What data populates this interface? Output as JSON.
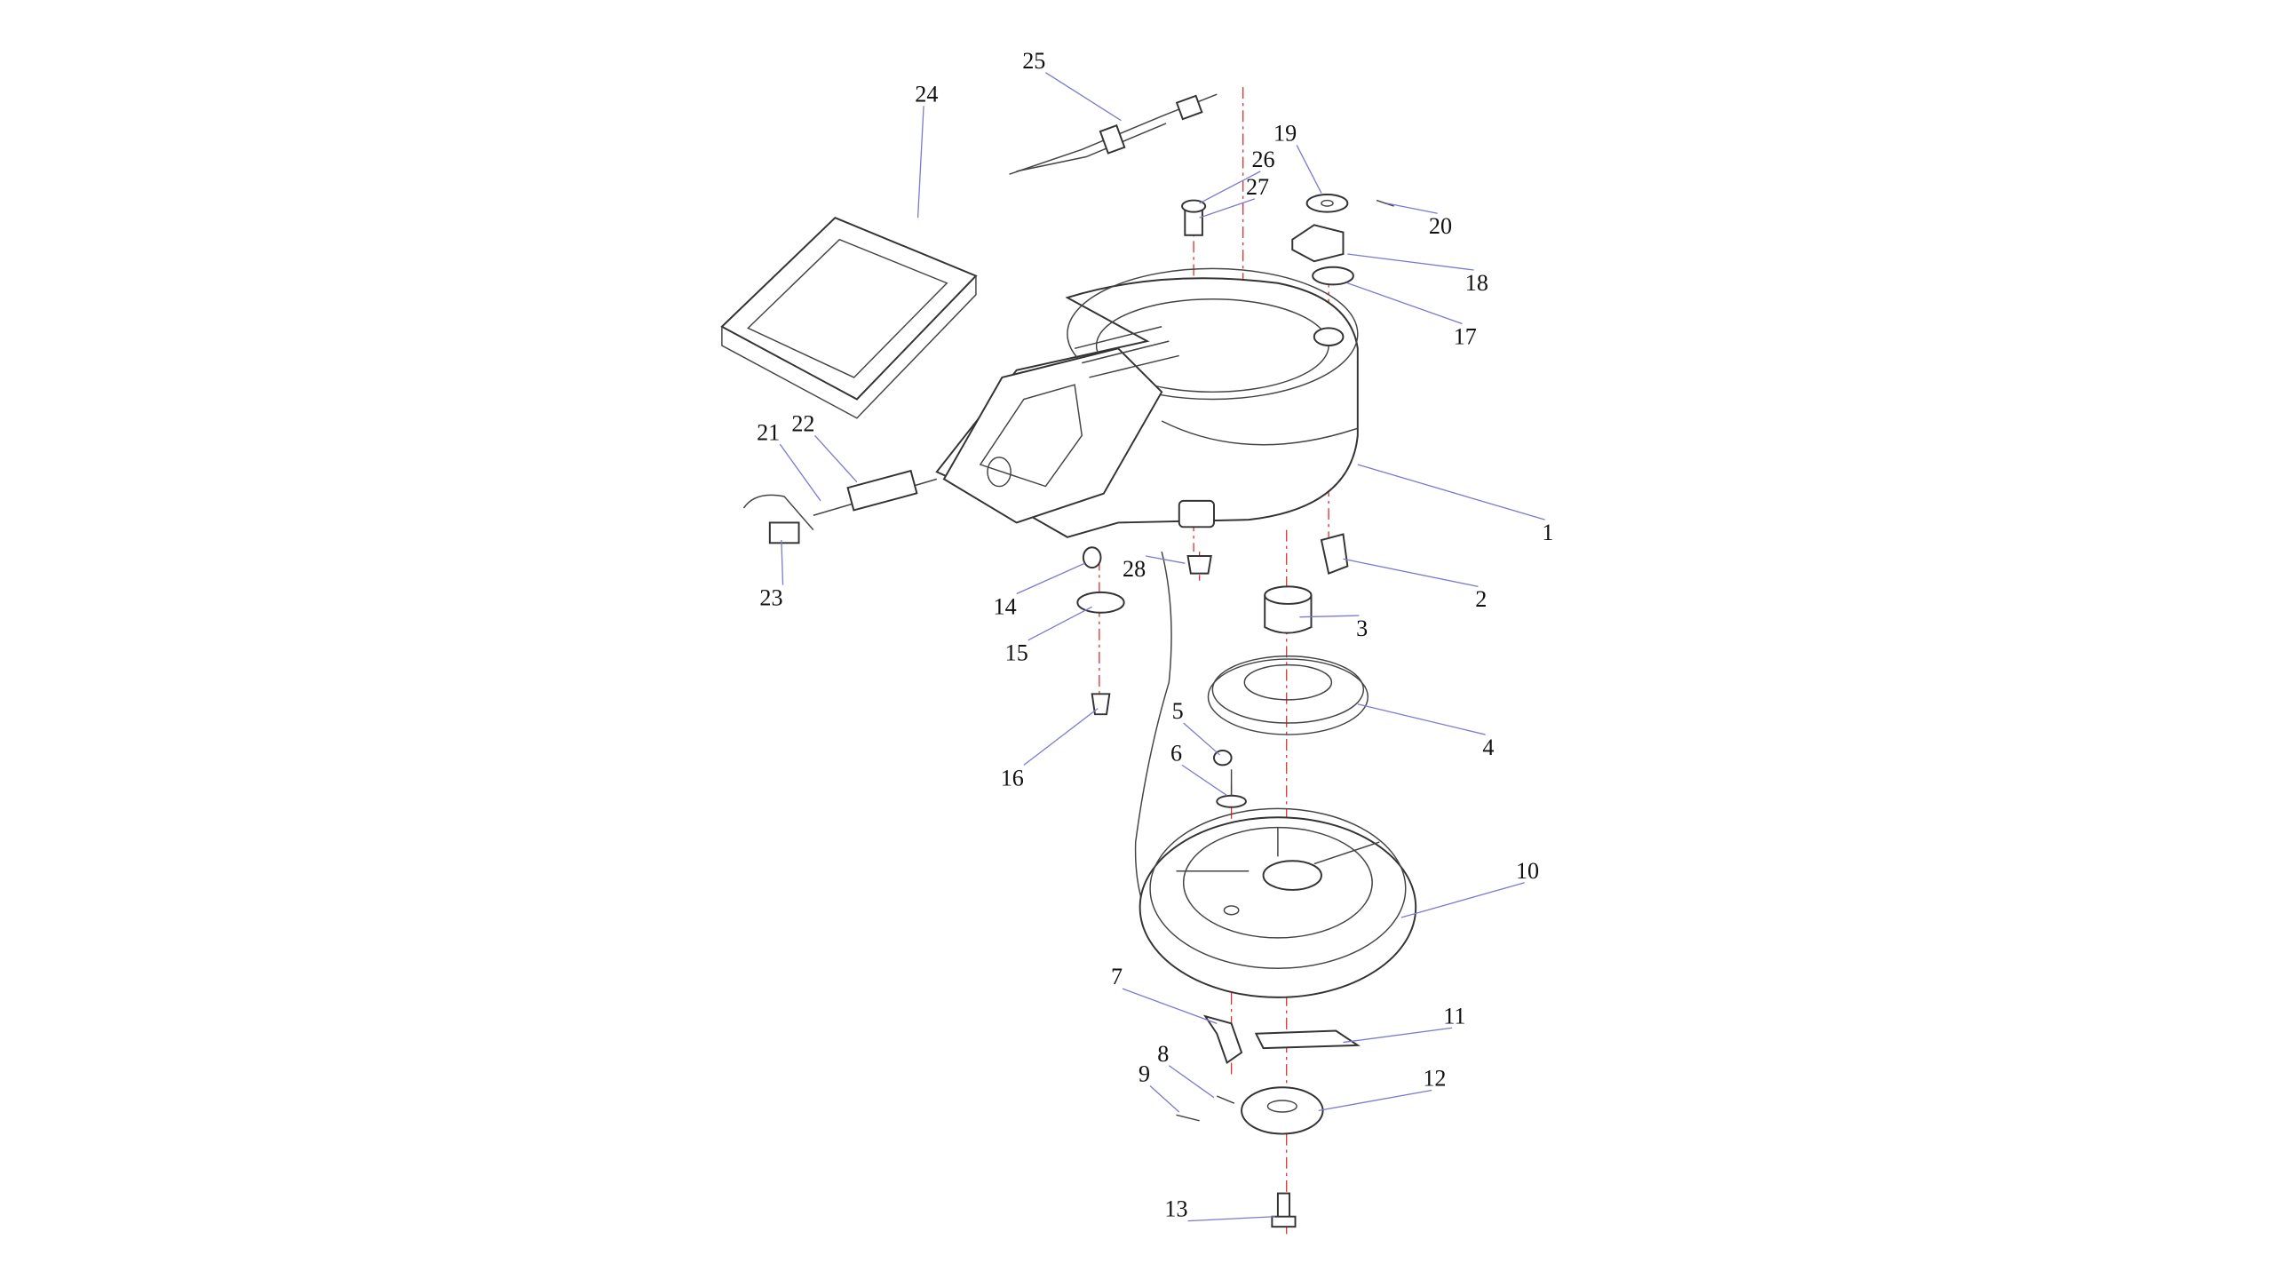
{
  "diagram": {
    "title": "Recoil starter / blower housing exploded view",
    "part_labels": [
      "1",
      "2",
      "3",
      "4",
      "5",
      "6",
      "7",
      "8",
      "9",
      "10",
      "11",
      "12",
      "13",
      "14",
      "15",
      "16",
      "17",
      "18",
      "19",
      "20",
      "21",
      "22",
      "23",
      "24",
      "25",
      "26",
      "27",
      "28"
    ]
  }
}
